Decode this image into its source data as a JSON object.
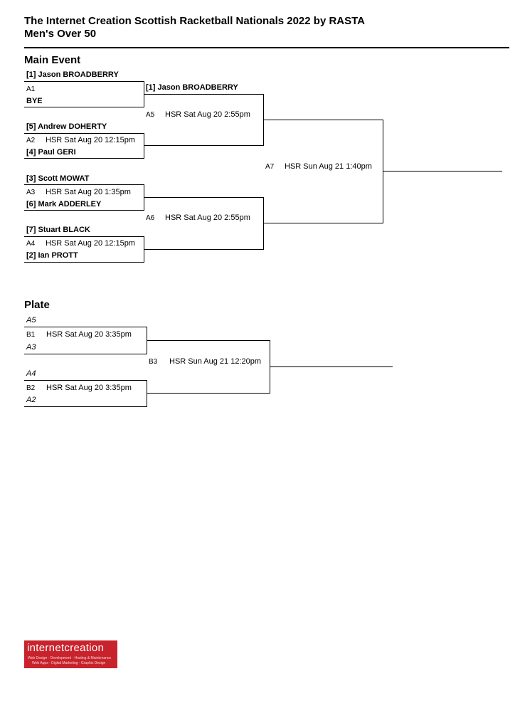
{
  "header": {
    "title": "The Internet Creation Scottish Racketball Nationals 2022 by RASTA",
    "subtitle": "Men's Over 50"
  },
  "main_event": {
    "heading": "Main Event",
    "r1": [
      {
        "top": "[1] Jason BROADBERRY",
        "ref": "A1",
        "info": "",
        "bottom": "BYE"
      },
      {
        "top": "[5] Andrew DOHERTY",
        "ref": "A2",
        "info": "HSR Sat Aug 20 12:15pm",
        "bottom": "[4] Paul GERI"
      },
      {
        "top": "[3] Scott MOWAT",
        "ref": "A3",
        "info": "HSR Sat Aug 20 1:35pm",
        "bottom": "[6] Mark ADDERLEY"
      },
      {
        "top": "[7] Stuart BLACK",
        "ref": "A4",
        "info": "HSR Sat Aug 20 12:15pm",
        "bottom": "[2] Ian PROTT"
      }
    ],
    "r2": [
      {
        "top": "[1] Jason BROADBERRY",
        "ref": "A5",
        "info": "HSR Sat Aug 20 2:55pm"
      },
      {
        "top": "",
        "ref": "A6",
        "info": "HSR Sat Aug 20 2:55pm"
      }
    ],
    "final": {
      "ref": "A7",
      "info": "HSR Sun Aug 21 1:40pm"
    }
  },
  "plate": {
    "heading": "Plate",
    "r1": [
      {
        "top": "A5",
        "ref": "B1",
        "info": "HSR Sat Aug 20 3:35pm",
        "bottom": "A3"
      },
      {
        "top": "A4",
        "ref": "B2",
        "info": "HSR Sat Aug 20 3:35pm",
        "bottom": "A2"
      }
    ],
    "final": {
      "ref": "B3",
      "info": "HSR Sun Aug 21 12:20pm"
    }
  },
  "logo": {
    "name": "internetcreation",
    "line1": "Web Design · Development · Hosting & Maintenance",
    "line2": "Web Apps · Digital Marketing · Graphic Design",
    "color": "#c8232c"
  }
}
